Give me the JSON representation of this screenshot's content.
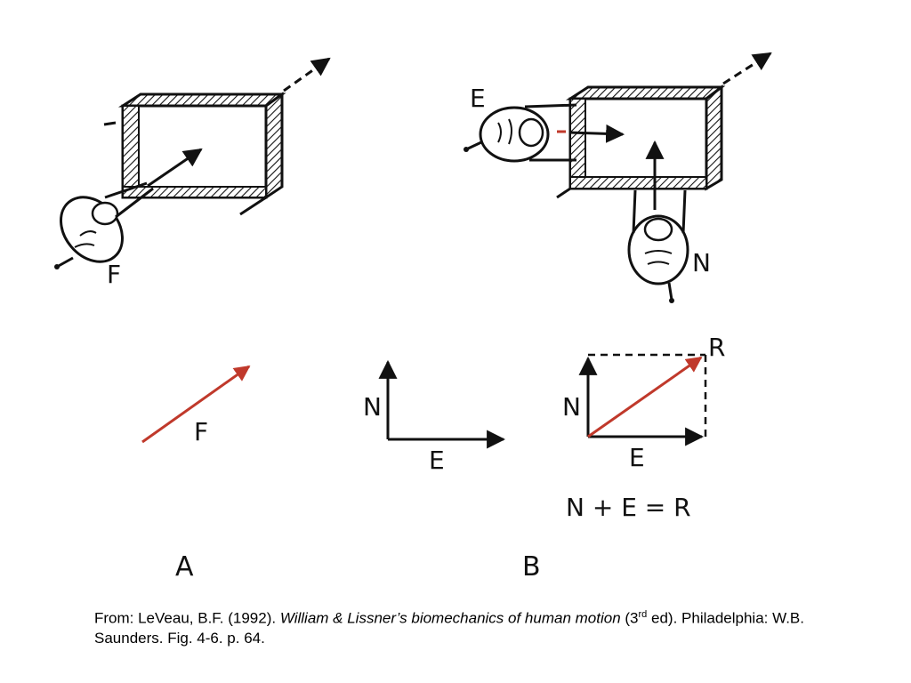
{
  "labels": {
    "force_a": "F",
    "person_e": "E",
    "person_n": "N",
    "vec_f": "F",
    "axis_n": "N",
    "axis_e": "E",
    "res_n": "N",
    "res_e": "E",
    "res_r": "R",
    "equation": "N + E = R",
    "panel_a": "A",
    "panel_b": "B"
  },
  "caption": {
    "prefix": "From: LeVeau, B.F. (1992). ",
    "title": "William & Lissner’s biomechanics of human motion",
    "edition_open": " (3",
    "edition_sup": "rd",
    "suffix": " ed). Philadelphia: W.B. Saunders. Fig.  4-6.  p. 64."
  },
  "colors": {
    "ink": "#111111",
    "force_vector": "#c0392b"
  }
}
